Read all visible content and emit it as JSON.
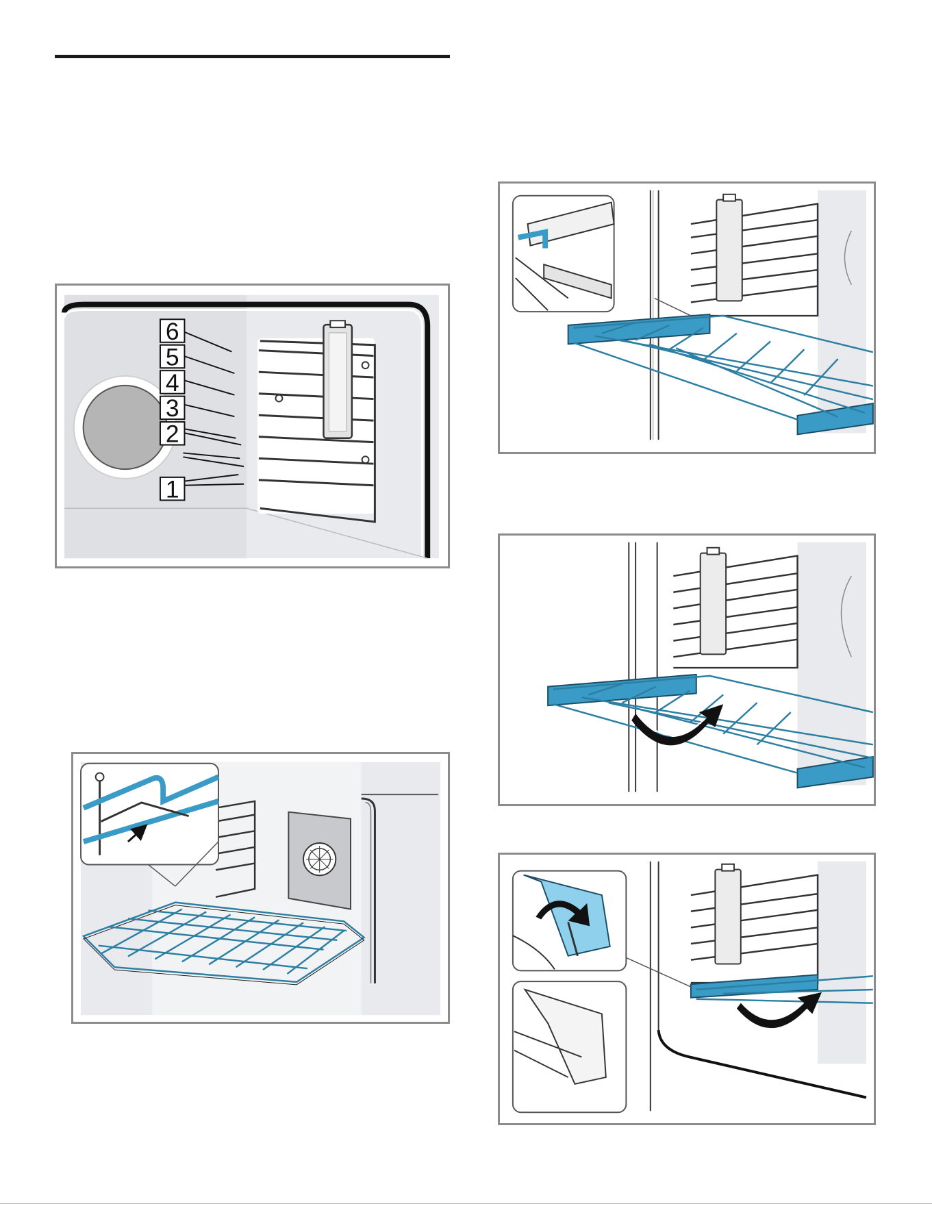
{
  "rack_levels": {
    "labels": [
      "6",
      "5",
      "4",
      "3",
      "2",
      "1"
    ]
  },
  "colors": {
    "accent_blue": "#3a9bc7",
    "accent_blue_light": "#8fd0ec",
    "frame_gray": "#8c8c8c",
    "panel_gray": "#e9eaee"
  }
}
